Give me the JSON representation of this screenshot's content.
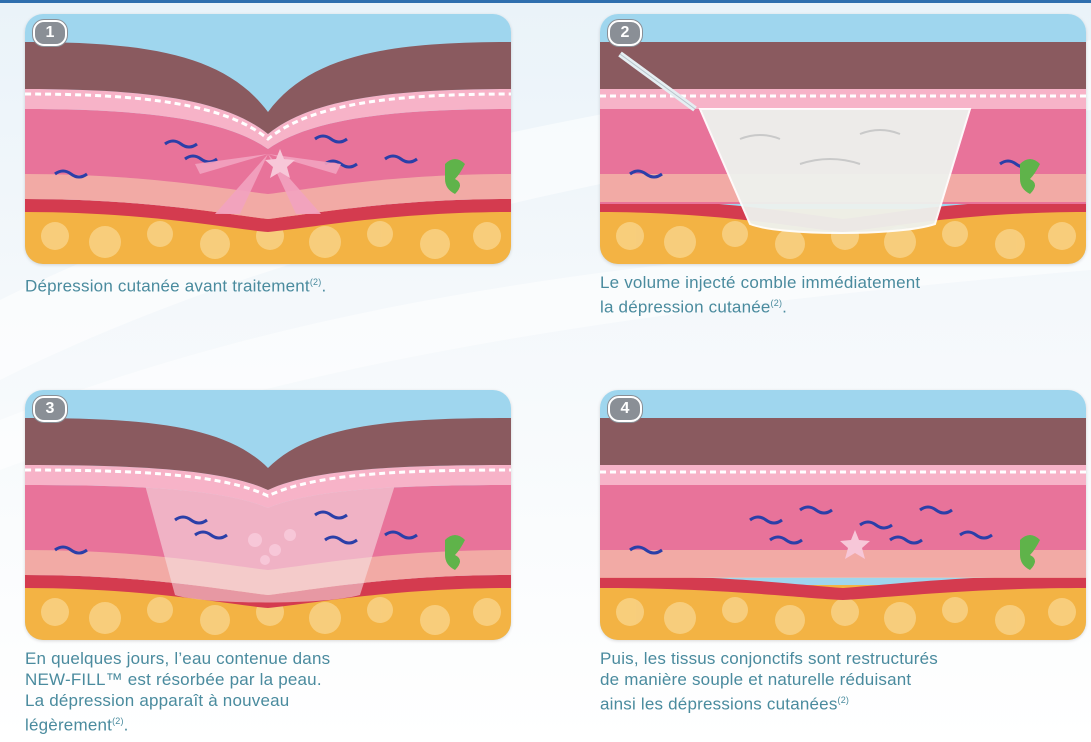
{
  "panels": [
    {
      "number": "1",
      "caption_lines": [
        "Dépression cutanée avant traitement"
      ],
      "ref": "(2)",
      "ref_after": "."
    },
    {
      "number": "2",
      "caption_lines": [
        "Le volume injecté comble immédiatement",
        "la dépression cutanée"
      ],
      "ref": "(2)",
      "ref_after": "."
    },
    {
      "number": "3",
      "caption_lines": [
        "En quelques jours, l’eau contenue dans",
        "NEW-FILL™ est résorbée par la peau.",
        "La dépression apparaît à nouveau",
        "légèrement"
      ],
      "ref": "(2)",
      "ref_after": "."
    },
    {
      "number": "4",
      "caption_lines": [
        "Puis, les tissus conjonctifs sont restructurés",
        "de manière souple et naturelle réduisant",
        "ainsi les dépressions cutanées"
      ],
      "ref": "(2)",
      "ref_after": ""
    }
  ],
  "colors": {
    "sky": "#9fd6ee",
    "epidermis": "#8a5a5f",
    "dermis": "#e8739a",
    "fat": "#f3b344",
    "caption": "#4a8b9e"
  }
}
